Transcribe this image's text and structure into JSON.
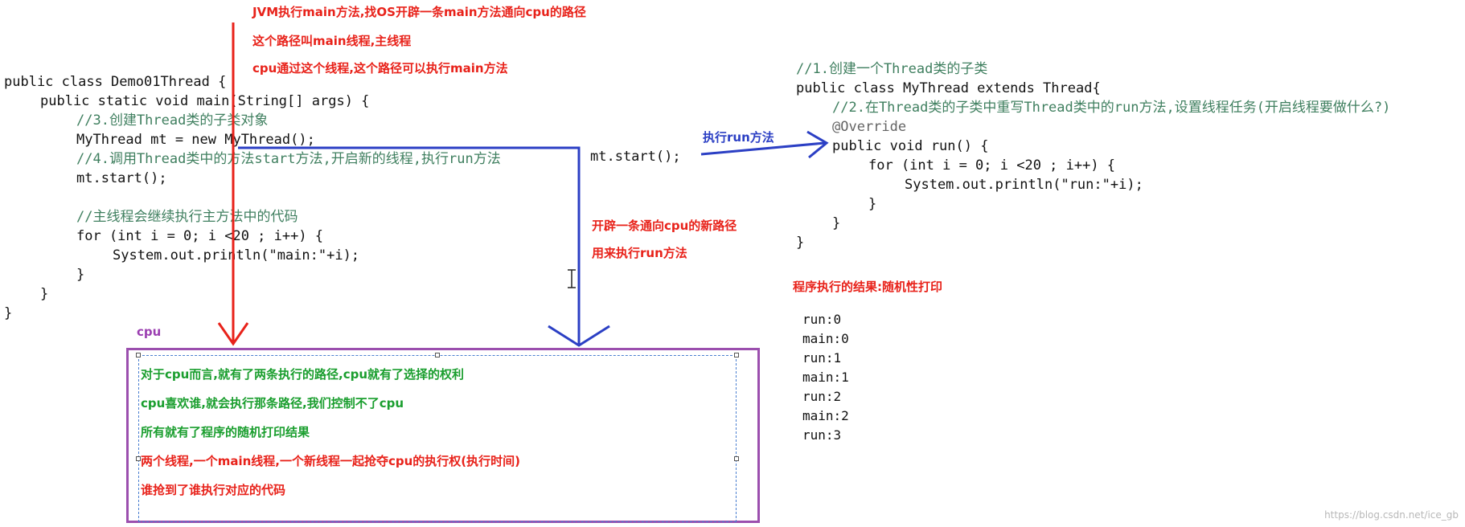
{
  "left_code": {
    "l1": "public class Demo01Thread {",
    "l2": "public static void main(String[] args) {",
    "l3": "//3.创建Thread类的子类对象",
    "l4": "MyThread mt = new MyThread();",
    "l5": "//4.调用Thread类中的方法start方法,开启新的线程,执行run方法",
    "l6": "mt.start();",
    "l7": "//主线程会继续执行主方法中的代码",
    "l8": "for (int i = 0; i <20 ; i++) {",
    "l9": "System.out.println(\"main:\"+i);",
    "l10": "}",
    "l11": "}",
    "l12": "}"
  },
  "right_code": {
    "l1": "//1.创建一个Thread类的子类",
    "l2": "public class MyThread extends Thread{",
    "l3": "//2.在Thread类的子类中重写Thread类中的run方法,设置线程任务(开启线程要做什么?)",
    "l4": "@Override",
    "l5": "public void run() {",
    "l6": "for (int i = 0; i <20 ; i++) {",
    "l7": "System.out.println(\"run:\"+i);",
    "l8": "}",
    "l9": "}",
    "l10": "}"
  },
  "mid_start": "mt.start();",
  "top_notes": {
    "n1": "JVM执行main方法,找OS开辟一条main方法通向cpu的路径",
    "n2": "这个路径叫main线程,主线程",
    "n3": "cpu通过这个线程,这个路径可以执行main方法"
  },
  "run_arrow_label": "执行run方法",
  "new_path_notes": {
    "n1": "开辟一条通向cpu的新路径",
    "n2": "用来执行run方法"
  },
  "cpu_label": "cpu",
  "cpu_notes": {
    "n1": "对于cpu而言,就有了两条执行的路径,cpu就有了选择的权利",
    "n2": "cpu喜欢谁,就会执行那条路径,我们控制不了cpu",
    "n3": "所有就有了程序的随机打印结果",
    "n4": "两个线程,一个main线程,一个新线程一起抢夺cpu的执行权(执行时间)",
    "n5": "谁抢到了谁执行对应的代码"
  },
  "result_title": "程序执行的结果:随机性打印",
  "output_lines": [
    "run:0",
    "main:0",
    "run:1",
    "main:1",
    "run:2",
    "main:2",
    "run:3"
  ],
  "watermark": "https://blog.csdn.net/ice_gb",
  "colors": {
    "red": "#e8221a",
    "blue": "#2b3fc4",
    "green": "#1a9e2e",
    "purple": "#9b4fae"
  }
}
